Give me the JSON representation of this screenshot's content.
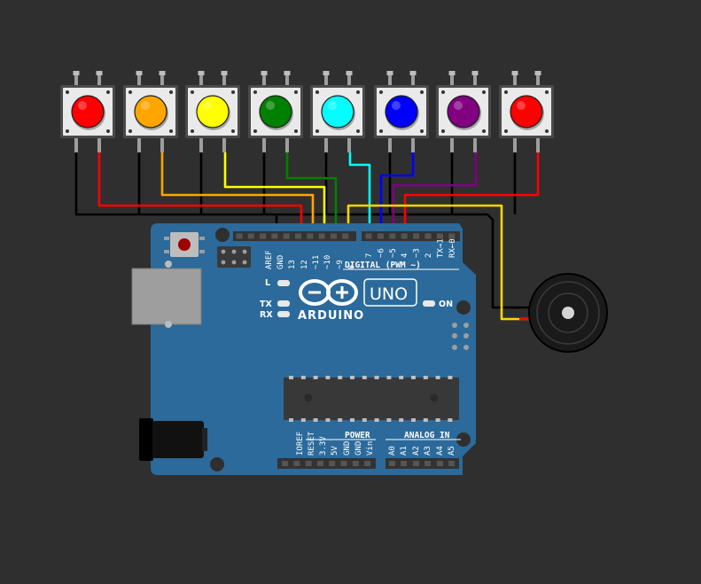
{
  "canvas": {
    "background": "#2f2f2f"
  },
  "buttons": [
    {
      "id": "btn-1",
      "color": "#ff0000",
      "wire": "#ff0000"
    },
    {
      "id": "btn-2",
      "color": "#ffa500",
      "wire": "#ffa500"
    },
    {
      "id": "btn-3",
      "color": "#ffff00",
      "wire": "#ffff00"
    },
    {
      "id": "btn-4",
      "color": "#008000",
      "wire": "#008000"
    },
    {
      "id": "btn-5",
      "color": "#00ffff",
      "wire": "#00ffff"
    },
    {
      "id": "btn-6",
      "color": "#0000ff",
      "wire": "#0000ff"
    },
    {
      "id": "btn-7",
      "color": "#800080",
      "wire": "#800080"
    },
    {
      "id": "btn-8",
      "color": "#ff0000",
      "wire": "#ff0000"
    }
  ],
  "board": {
    "color": "#2b6a9a",
    "brand": "ARDUINO",
    "model": "UNO",
    "section_digital": "DIGITAL (PWM ~)",
    "section_power": "POWER",
    "section_analog": "ANALOG IN",
    "led_l": "L",
    "led_tx": "TX",
    "led_rx": "RX",
    "led_on": "ON",
    "digital_pins_left": [
      "AREF",
      "GND",
      "13",
      "12",
      "~11",
      "~10",
      "~9",
      "8"
    ],
    "digital_pins_right": [
      "7",
      "~6",
      "~5",
      "4",
      "~3",
      "2",
      "TX→1",
      "RX←0"
    ],
    "power_pins": [
      "IOREF",
      "RESET",
      "3.3V",
      "5V",
      "GND",
      "GND",
      "Vin"
    ],
    "analog_pins": [
      "A0",
      "A1",
      "A2",
      "A3",
      "A4",
      "A5"
    ]
  },
  "wires": {
    "ground": "#000000",
    "buzzer_signal": "#ffd700",
    "buzzer_plus": "#ff0000"
  },
  "buzzer": {
    "body": "#1a1a1a"
  }
}
